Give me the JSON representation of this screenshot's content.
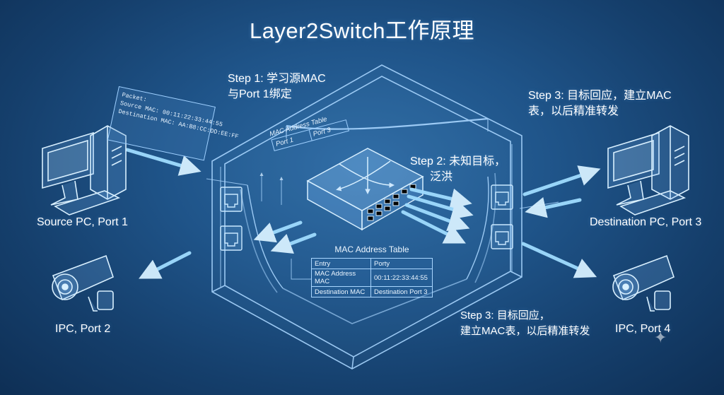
{
  "title": "Layer2Switch工作原理",
  "devices": {
    "source_pc": "Source PC, Port 1",
    "ipc_port2": "IPC, Port 2",
    "destination_pc": "Destination PC, Port 3",
    "ipc_port4": "IPC, Port 4"
  },
  "steps": {
    "step1": [
      "Step 1: 学习源MAC",
      "与Port 1绑定"
    ],
    "step2": [
      "Step 2: 未知目标，",
      "泛洪"
    ],
    "step3_top": [
      "Step 3: 目标回应，建立MAC",
      "表，以后精准转发"
    ],
    "step3_bottom": [
      "Step 3: 目标回应，",
      "建立MAC表，以后精准转发"
    ]
  },
  "packet": {
    "lines": [
      "Packet:",
      "Source MAC: 00:11:22:33:44:55",
      "Destination MAC: AA:B8:CC:DD:EE:FF"
    ]
  },
  "mac_table_small": {
    "caption": "MAC Address Table",
    "cells": [
      "Port 1",
      "Port 3"
    ]
  },
  "mac_table": {
    "caption": "MAC Address Table",
    "headers": [
      "Entry",
      "Porty"
    ],
    "rows": [
      [
        "MAC Address MAC",
        "00:11:22:33:44:55"
      ],
      [
        "Destination MAC",
        "Destination Port 3"
      ]
    ]
  },
  "icons": [
    "pc-icon",
    "camera-icon",
    "switch-icon",
    "ethernet-port-icon",
    "sparkle-icon"
  ],
  "colors": {
    "background": "#1f5489",
    "line": "#a9d6ff",
    "arrow": "#7fd0ff"
  }
}
